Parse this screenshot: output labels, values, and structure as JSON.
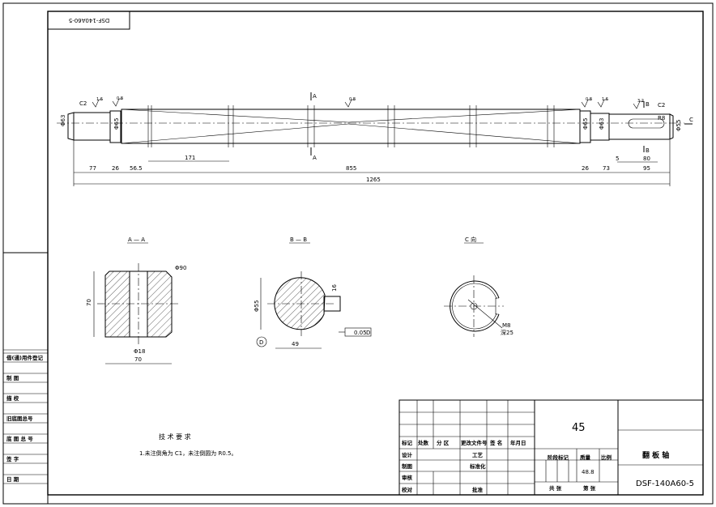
{
  "drawing_number": "DSF-140A60-5",
  "part_name": "翻 板 轴",
  "material": "45",
  "mass": "48.8",
  "shaft": {
    "chamfer_left": "C2",
    "chamfer_right": "C2",
    "roughness": [
      "1.6",
      "0.8",
      "0.8",
      "0.8",
      "1.6",
      "3.2"
    ],
    "diameters": {
      "left_end": "Φ63",
      "collar_left": "Φ65",
      "collar_right": "Φ65",
      "right_journal": "Φ63",
      "right_end": "Φ55"
    },
    "radius": "R8",
    "section_a": "A",
    "section_b": "B",
    "view_c": "C",
    "dims": {
      "d77": "77",
      "d26a": "26",
      "d56_5": "56.5",
      "d171": "171",
      "d855": "855",
      "d26b": "26",
      "d73": "73",
      "d5": "5",
      "d80": "80",
      "d95": "95",
      "d1265": "1265"
    }
  },
  "views": {
    "aa": {
      "title": "A — A",
      "dia": "Φ90",
      "hole": "Φ18",
      "height": "70",
      "width": "70"
    },
    "bb": {
      "title": "B — B",
      "dia": "Φ55",
      "key": "16",
      "depth": "49",
      "tol": "0.05",
      "datum": "D"
    },
    "cc": {
      "title": "C  向",
      "thread": "M8",
      "depth": "深25"
    }
  },
  "tech_req": {
    "title": "技 术 要 求",
    "item1": "1.未注倒角为 C1，未注倒圆为 R0.5。"
  },
  "sidebar": [
    "借(通)用件登记",
    "制   图",
    "描   校",
    "旧底图总号",
    "底 图 总 号",
    "签   字",
    "日   期"
  ],
  "title_block": {
    "header": [
      "标记",
      "处数",
      "分  区",
      "更改文件号",
      "签 名",
      "年月日"
    ],
    "design": "设计",
    "drawn": "制图",
    "review": "审核",
    "check": "校对",
    "process": "工艺",
    "standard": "标准化",
    "approve": "批准",
    "stage": "阶段标记",
    "mass_label": "质量",
    "scale_label": "比例",
    "total": "共   张",
    "sheet": "第   张"
  }
}
